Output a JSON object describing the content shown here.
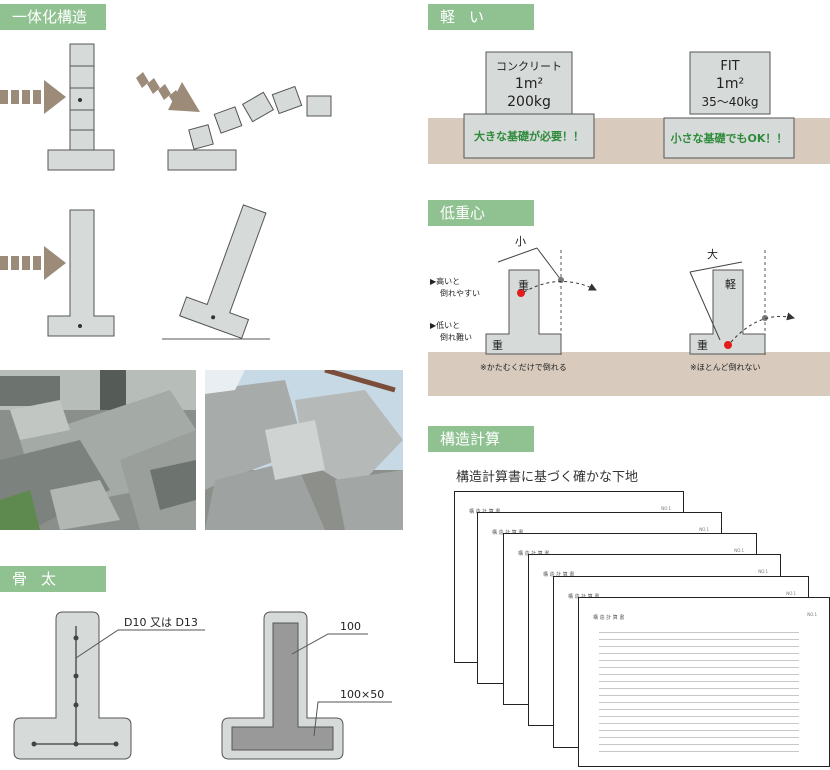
{
  "sections": {
    "integrated": "一体化構造",
    "light": "軽い",
    "low_center": "低重心",
    "calc": "構造計算",
    "frame": "骨太"
  },
  "light": {
    "concrete_name": "コンクリート",
    "concrete_vol": "1m²",
    "concrete_weight": "200kg",
    "concrete_note": "大きな基礎が必要！！",
    "fit_name": "FIT",
    "fit_vol": "1m²",
    "fit_weight": "35〜40kg",
    "fit_note": "小さな基礎でもOK！！"
  },
  "low_center": {
    "small": "小",
    "large": "大",
    "heavy": "重",
    "heavy2": "重",
    "light_char": "軽",
    "high_label_1": "▶高いと",
    "high_label_2": "倒れやすい",
    "low_label_1": "▶低いと",
    "low_label_2": "倒れ難い",
    "note_left": "※かたむくだけで倒れる",
    "note_right": "※ほとんど倒れない"
  },
  "calc": {
    "subtitle": "構造計算書に基づく確かな下地",
    "doc_title": "構 造 計 算 書",
    "doc_page": "NO.1"
  },
  "frame": {
    "rebar_label": "D10 又は D13",
    "dim_100": "100",
    "dim_100x50": "100×50"
  },
  "colors": {
    "tag_green": "#8fc191",
    "block_gray": "#d6dad9",
    "ground_brown": "#d8cbbd",
    "arrow_brown": "#9c8b79",
    "note_green": "#2e8b3a"
  }
}
